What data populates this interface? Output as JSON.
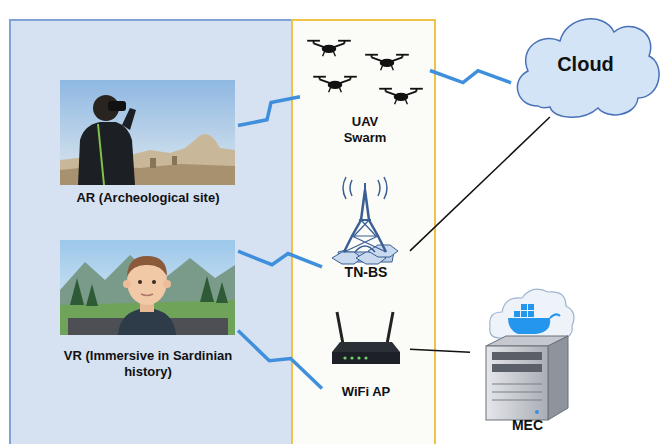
{
  "diagram": {
    "nodes": [
      {
        "text": [
          "AR (Archeological site)"
        ]
      },
      {
        "text": [
          "UAV Swarm"
        ]
      },
      {
        "text": [
          "Cloud"
        ]
      },
      {
        "text": [
          "VR (Immersive in Sardinian history)"
        ]
      },
      {
        "text": [
          "TN-BS"
        ]
      },
      {
        "text": [
          "WiFi AP"
        ]
      },
      {
        "text": [
          "MEC"
        ]
      }
    ],
    "edges": [
      {
        "from": 0,
        "to": 1,
        "arrow": "none"
      },
      {
        "from": 3,
        "to": 4,
        "arrow": "none"
      },
      {
        "from": 3,
        "to": 5,
        "arrow": "none"
      },
      {
        "from": 1,
        "to": 2,
        "arrow": "none"
      },
      {
        "from": 4,
        "to": 2,
        "arrow": "none"
      },
      {
        "from": 5,
        "to": 6,
        "arrow": "none"
      }
    ]
  }
}
